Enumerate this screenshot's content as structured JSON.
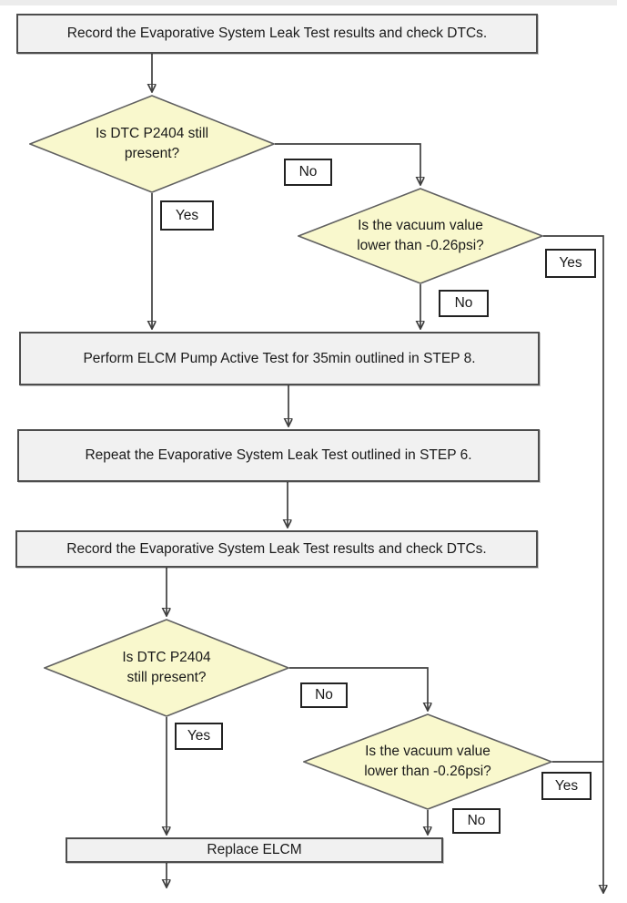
{
  "flowchart": {
    "boxes": [
      {
        "id": "record-1",
        "label": "Record the Evaporative System Leak Test results and check DTCs."
      },
      {
        "id": "perform",
        "label": "Perform ELCM Pump Active Test for 35min outlined in STEP 8."
      },
      {
        "id": "repeat",
        "label": "Repeat the Evaporative System Leak Test outlined in STEP 6."
      },
      {
        "id": "record-2",
        "label": "Record the Evaporative System Leak Test results and check DTCs."
      },
      {
        "id": "replace",
        "label": "Replace ELCM"
      }
    ],
    "decisions": [
      {
        "id": "dtc-1",
        "line1": "Is DTC P2404 still",
        "line2": "present?"
      },
      {
        "id": "vacuum-1",
        "line1": "Is the vacuum value",
        "line2": "lower than -0.26psi?"
      },
      {
        "id": "dtc-2",
        "line1": "Is DTC P2404",
        "line2": "still present?"
      },
      {
        "id": "vacuum-2",
        "line1": "Is the vacuum value",
        "line2": "lower than -0.26psi?"
      }
    ],
    "labels": {
      "no1": "No",
      "yes1": "Yes",
      "yes_right1": "Yes",
      "no2": "No",
      "no3": "No",
      "yes2": "Yes",
      "yes_right2": "Yes",
      "no4": "No"
    },
    "colors": {
      "box_fill": "#f1f1f1",
      "box_border": "#4d4d4d",
      "diamond_fill": "#f9f8cd",
      "diamond_border": "#616161",
      "line": "#3f3f3f",
      "label_border": "#222222",
      "text": "#1a1a1a",
      "page_bg": "#ffffff",
      "top_band": "#ececec"
    }
  }
}
